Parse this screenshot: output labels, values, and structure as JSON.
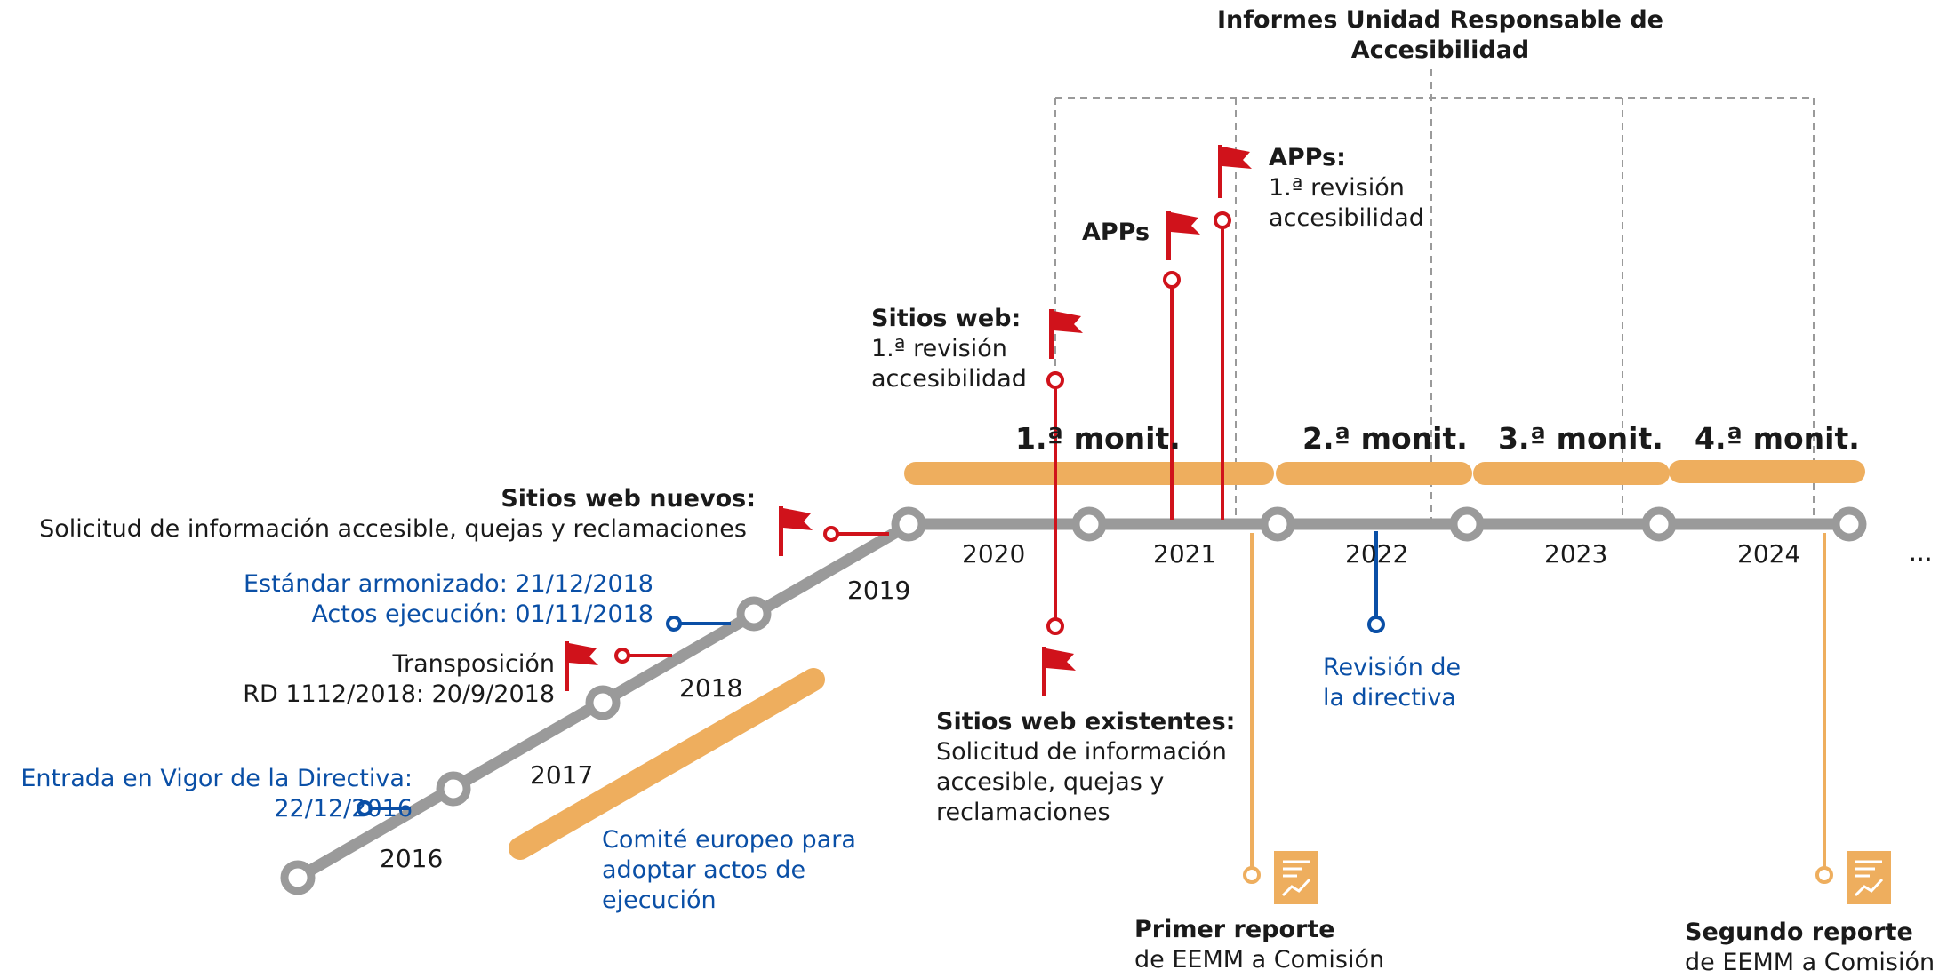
{
  "colors": {
    "track": "#9a9a9a",
    "red": "#d0121b",
    "blue": "#0a4fa6",
    "orange": "#eeae5e",
    "dashed": "#9a9a9a"
  },
  "header": {
    "line1": "Informes Unidad Responsable de",
    "line2": "Accesibilidad"
  },
  "years": [
    "2016",
    "2017",
    "2018",
    "2019",
    "2020",
    "2021",
    "2022",
    "2023",
    "2024"
  ],
  "ellipsis": "...",
  "monitoring": [
    "1.ª monit.",
    "2.ª monit.",
    "3.ª monit.",
    "4.ª monit."
  ],
  "events": {
    "entrada": {
      "line1": "Entrada en Vigor de la Directiva:",
      "line2": "22/12/2016"
    },
    "transposicion": {
      "line1": "Transposición",
      "line2": "RD 1112/2018: 20/9/2018"
    },
    "estandar": {
      "line1": "Estándar armonizado: 21/12/2018",
      "line2": "Actos ejecución: 01/11/2018"
    },
    "sitios_nuevos": {
      "title": "Sitios web nuevos:",
      "text": "Solicitud de información accesible, quejas y reclamaciones"
    },
    "comite": {
      "line1": "Comité europeo para",
      "line2": "adoptar actos de",
      "line3": "ejecución"
    },
    "sitios_web_revision": {
      "title": "Sitios web:",
      "line2": "1.ª revisión",
      "line3": "accesibilidad"
    },
    "apps": {
      "title": "APPs"
    },
    "apps_revision": {
      "title": "APPs:",
      "line2": "1.ª revisión",
      "line3": "accesibilidad"
    },
    "sitios_existentes": {
      "title": "Sitios web existentes:",
      "line2": "Solicitud de información",
      "line3": "accesible, quejas y",
      "line4": "reclamaciones"
    },
    "revision_directiva": {
      "line1": "Revisión de",
      "line2": "la directiva"
    },
    "primer_reporte": {
      "title": "Primer reporte",
      "line2": "de EEMM a Comisión"
    },
    "segundo_reporte": {
      "title": "Segundo reporte",
      "line2": "de EEMM a Comisión"
    }
  },
  "icons": {
    "flag": "flag-icon",
    "report": "report-document-icon"
  }
}
